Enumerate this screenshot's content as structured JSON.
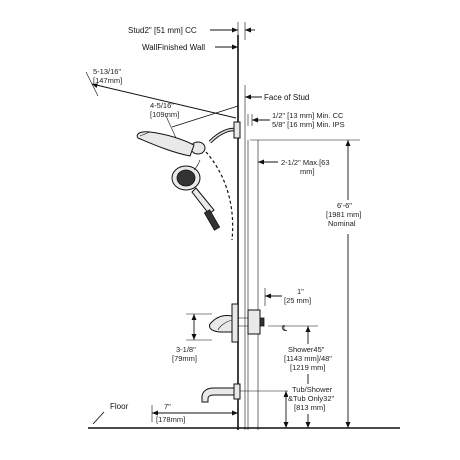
{
  "diagram": {
    "labels": {
      "stud_cc": "Stud2\" [51 mm] CC",
      "finished_wall": "WallFinished Wall",
      "face_of_stud": "Face of Stud",
      "head_reach_in": "5-13/16\"",
      "head_reach_mm": "[147mm]",
      "arm_in": "4-5/16\"",
      "arm_mm": "[109mm]",
      "pipe_cc": "1/2\" [13 mm] Min. CC",
      "pipe_ips": "5/8\" [16 mm] Min. IPS",
      "max_depth_1": "2-1/2\" Max.[63",
      "max_depth_2": "mm]",
      "height_in": "6'-6\"",
      "height_mm": "[1981 mm]",
      "height_note": "Nominal",
      "valve_depth_in": "1\"",
      "valve_depth_mm": "[25 mm]",
      "handle_in": "3-1/8\"",
      "handle_mm": "[79mm]",
      "shower_1": "Shower45\"",
      "shower_2": "[1143 mm]/48\"",
      "shower_3": "[1219 mm]",
      "tub_1": "Tub/Shower",
      "tub_2": "&Tub Only32\"",
      "tub_3": "[813 mm]",
      "spout_in": "7\"",
      "spout_mm": "[178mm]",
      "floor": "Floor",
      "centerline": "℄"
    }
  }
}
